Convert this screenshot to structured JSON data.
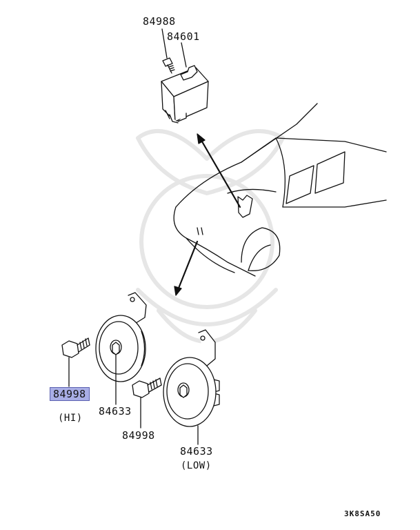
{
  "labels": {
    "relay_screw": "84988",
    "relay": "84601",
    "bolt_hi": "84998",
    "hi": "(HI)",
    "horn_hi": "84633",
    "bolt_low": "84998",
    "horn_low": "84633",
    "low": "(LOW)",
    "diagram_code": "3K8SA50"
  },
  "colors": {
    "highlight": "#a9aee6",
    "highlight_border": "#5a60b0",
    "line": "#111111"
  }
}
